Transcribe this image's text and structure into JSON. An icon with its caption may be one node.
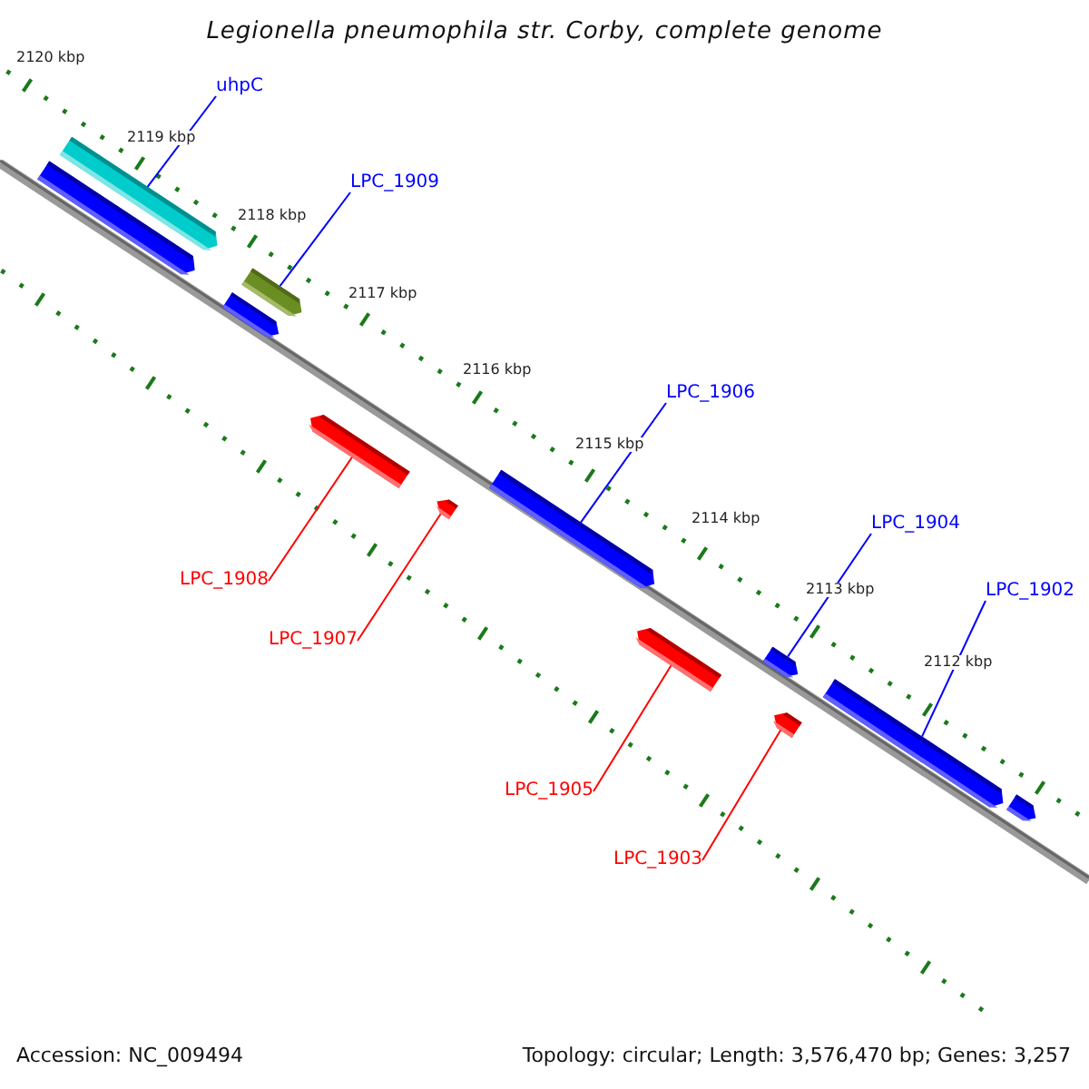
{
  "diagram": {
    "title": "Legionella pneumophila str. Corby, complete genome",
    "nodes": [
      {
        "text": [
          "uhpC"
        ]
      },
      {
        "text": [],
        "shape": "bar"
      },
      {
        "text": [],
        "shape": "bar"
      },
      {
        "text": [
          "LPC_1909"
        ]
      },
      {
        "text": [],
        "shape": "bar"
      },
      {
        "text": [],
        "shape": "bar"
      },
      {
        "text": [
          "LPC_1908"
        ]
      },
      {
        "text": [],
        "shape": "bar"
      },
      {
        "text": [
          "LPC_1907"
        ]
      },
      {
        "text": [],
        "shape": "bar"
      },
      {
        "text": [
          "LPC_1906"
        ]
      },
      {
        "text": [],
        "shape": "bar"
      },
      {
        "text": [
          "LPC_1905"
        ]
      },
      {
        "text": [],
        "shape": "bar"
      },
      {
        "text": [
          "LPC_1904"
        ]
      },
      {
        "text": [],
        "shape": "bar"
      },
      {
        "text": [
          "LPC_1903"
        ]
      },
      {
        "text": [],
        "shape": "bar"
      },
      {
        "text": [
          "LPC_1902"
        ]
      },
      {
        "text": [],
        "shape": "bar"
      },
      {
        "text": [],
        "shape": "bar"
      }
    ],
    "edges": [
      {
        "from": 0,
        "to": 1,
        "arrow": "none"
      },
      {
        "from": 3,
        "to": 4,
        "arrow": "none"
      },
      {
        "from": 6,
        "to": 7,
        "arrow": "none",
        "color": "#ff0000"
      },
      {
        "from": 8,
        "to": 9,
        "arrow": "none",
        "color": "#ff0000"
      },
      {
        "from": 10,
        "to": 11,
        "arrow": "none"
      },
      {
        "from": 12,
        "to": 13,
        "arrow": "none",
        "color": "#ff0000"
      },
      {
        "from": 14,
        "to": 15,
        "arrow": "none"
      },
      {
        "from": 16,
        "to": 17,
        "arrow": "none",
        "color": "#ff0000"
      },
      {
        "from": 18,
        "to": 19,
        "arrow": "none"
      }
    ],
    "labels": [
      "2120 kbp",
      "2119 kbp",
      "2118 kbp",
      "2117 kbp",
      "2116 kbp",
      "2115 kbp",
      "2114 kbp",
      "2113 kbp",
      "2112 kbp",
      "Accession: NC_009494",
      "Topology: circular; Length: 3,576,470 bp; Genes: 3,257"
    ]
  }
}
